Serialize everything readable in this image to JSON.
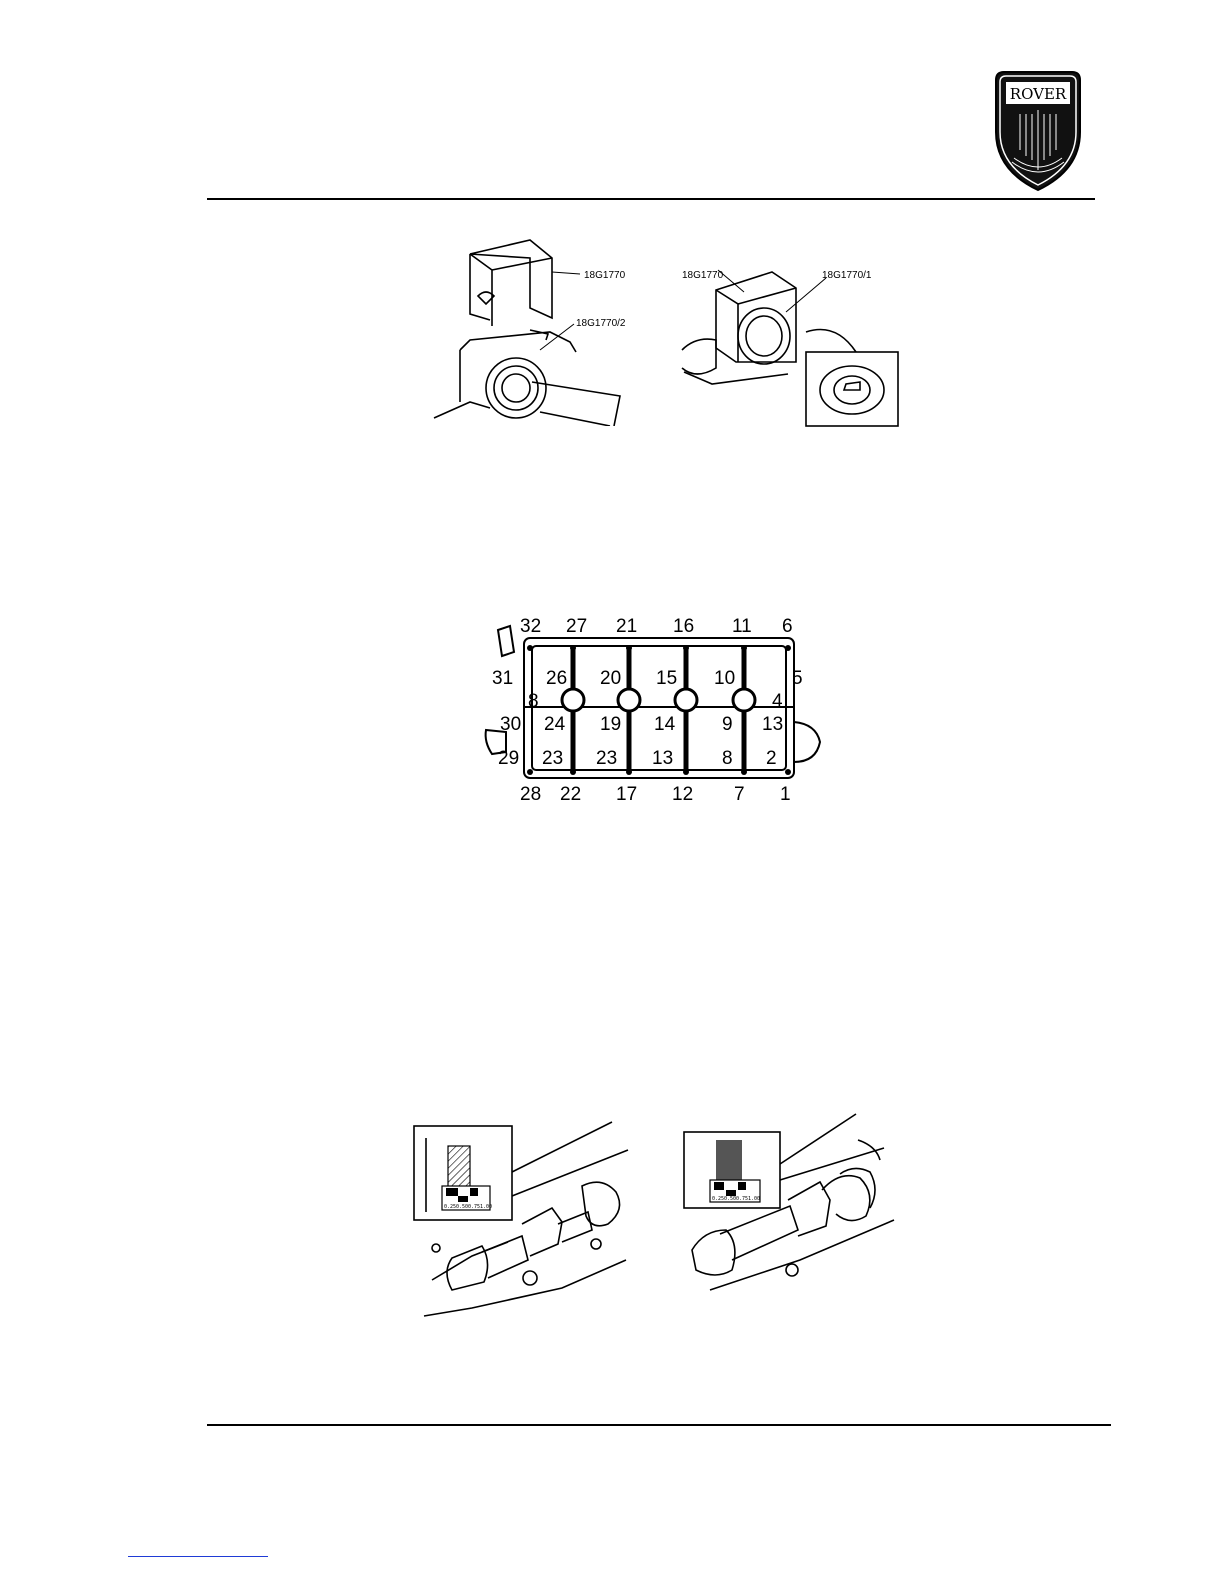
{
  "logo": {
    "text": "ROVER",
    "icon": "rover-longship-badge"
  },
  "figure1": {
    "left": {
      "tool": "18G1770",
      "tool2": "18G1770/2"
    },
    "right": {
      "tool": "18G1770",
      "tool2": "18G1770/1"
    }
  },
  "figure2": {
    "top_numbers": [
      "32",
      "27",
      "21",
      "16",
      "11",
      "6"
    ],
    "bottom_numbers": [
      "28",
      "22",
      "17",
      "12",
      "7",
      "1"
    ],
    "row_a": [
      "31",
      "26",
      "20",
      "15",
      "10",
      "5"
    ],
    "row_b": [
      "8",
      "4"
    ],
    "row_c": [
      "30",
      "24",
      "19",
      "14",
      "9",
      "13"
    ],
    "row_d": [
      "29",
      "23",
      "23",
      "13",
      "8",
      "2"
    ]
  },
  "figure3": {
    "left_gauge": [
      "0.25",
      "0.50",
      "0.75",
      "1.00"
    ],
    "right_gauge": [
      "0.25",
      "0.50",
      "0.75",
      "1.00"
    ]
  }
}
